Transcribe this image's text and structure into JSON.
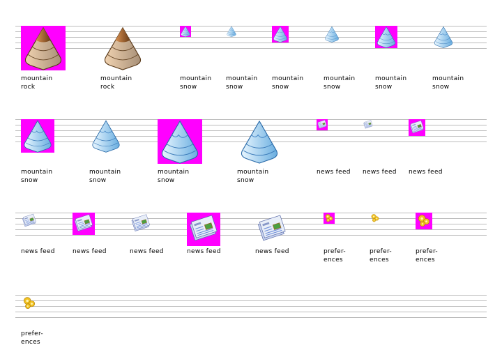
{
  "icons": [
    {
      "label": "mountain\nrock",
      "type": "rock",
      "size": 64,
      "magenta": true
    },
    {
      "label": "mountain\nrock",
      "type": "rock",
      "size": 64,
      "magenta": false
    },
    {
      "label": "mountain\nsnow",
      "type": "snow",
      "size": 16,
      "magenta": true
    },
    {
      "label": "mountain\nsnow",
      "type": "snow",
      "size": 16,
      "magenta": false
    },
    {
      "label": "mountain\nsnow",
      "type": "snow",
      "size": 24,
      "magenta": true
    },
    {
      "label": "mountain\nsnow",
      "type": "snow",
      "size": 24,
      "magenta": false
    },
    {
      "label": "mountain\nsnow",
      "type": "snow",
      "size": 32,
      "magenta": true
    },
    {
      "label": "mountain\nsnow",
      "type": "snow",
      "size": 32,
      "magenta": false
    },
    {
      "label": "mountain\nsnow",
      "type": "snow",
      "size": 48,
      "magenta": true
    },
    {
      "label": "mountain\nsnow",
      "type": "snow",
      "size": 48,
      "magenta": false
    },
    {
      "label": "mountain\nsnow",
      "type": "snow",
      "size": 64,
      "magenta": true
    },
    {
      "label": "mountain\nsnow",
      "type": "snow",
      "size": 64,
      "magenta": false
    },
    {
      "label": "news feed",
      "type": "news",
      "size": 16,
      "magenta": true
    },
    {
      "label": "news feed",
      "type": "news",
      "size": 16,
      "magenta": false
    },
    {
      "label": "news feed",
      "type": "news",
      "size": 24,
      "magenta": true
    },
    {
      "label": "news feed",
      "type": "news",
      "size": 24,
      "magenta": false
    },
    {
      "label": "news feed",
      "type": "news",
      "size": 32,
      "magenta": true
    },
    {
      "label": "news feed",
      "type": "news",
      "size": 32,
      "magenta": false
    },
    {
      "label": "news feed",
      "type": "news",
      "size": 48,
      "magenta": true
    },
    {
      "label": "news feed",
      "type": "news",
      "size": 48,
      "magenta": false
    },
    {
      "label": "prefer-\nences",
      "type": "prefs",
      "size": 16,
      "magenta": true
    },
    {
      "label": "prefer-\nences",
      "type": "prefs",
      "size": 16,
      "magenta": false
    },
    {
      "label": "prefer-\nences",
      "type": "prefs",
      "size": 24,
      "magenta": true
    },
    {
      "label": "prefer-\nences",
      "type": "prefs",
      "size": 24,
      "magenta": false
    }
  ],
  "colors": {
    "magenta": "#ff00ff",
    "guide": "#bbbbbb"
  }
}
